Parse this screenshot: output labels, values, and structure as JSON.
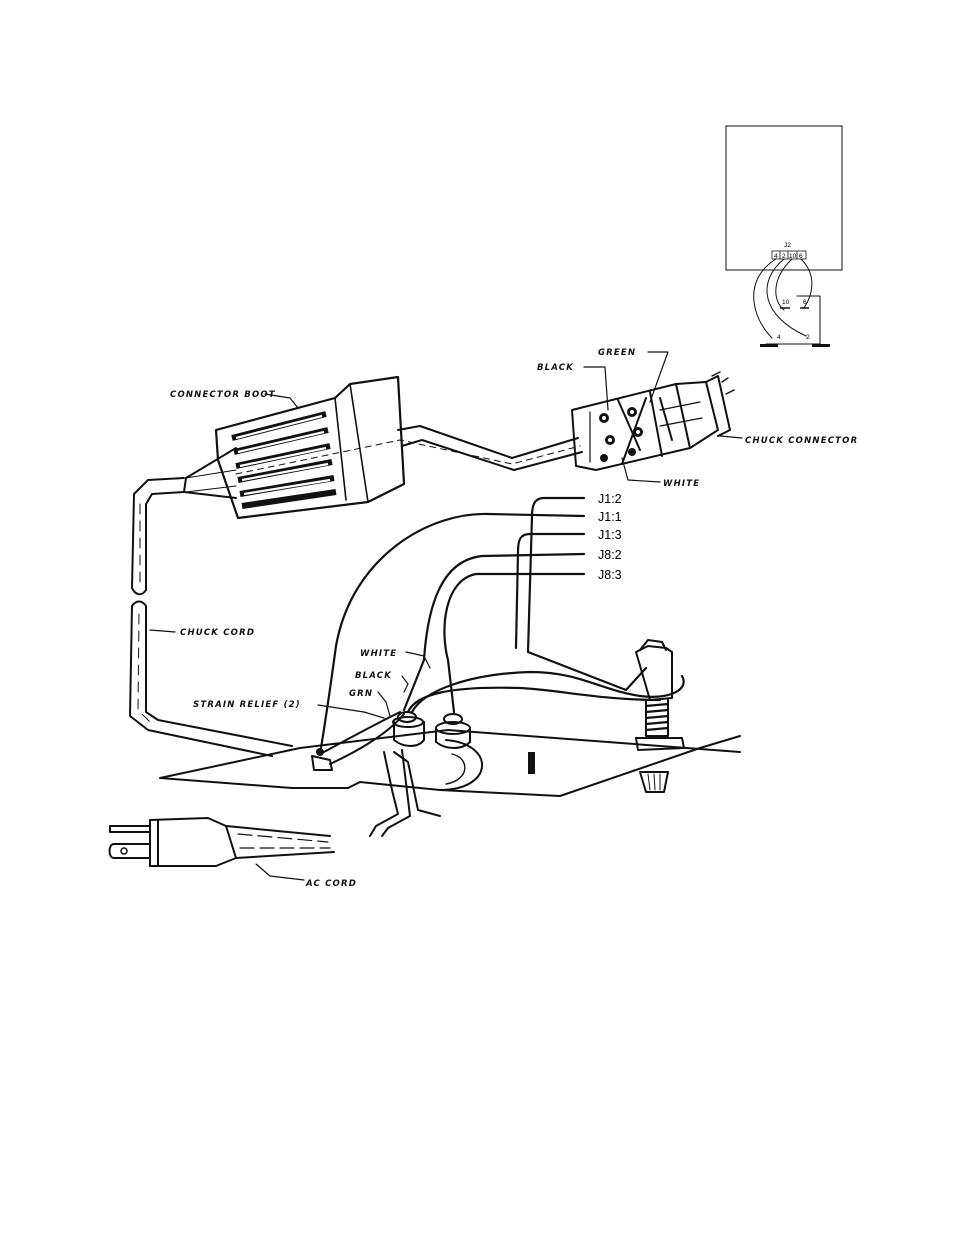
{
  "inset": {
    "connector_label": "J2",
    "top_pins": [
      "4",
      "2",
      "10",
      "6"
    ],
    "bottom_upper_pins": [
      "10",
      "6"
    ],
    "bottom_lower_pins": [
      "4",
      "2"
    ]
  },
  "labels": {
    "connector_boot": "CONNECTOR BOOT",
    "green": "GREEN",
    "black_top": "BLACK",
    "chuck_connector": "CHUCK CONNECTOR",
    "white_top": "WHITE",
    "chuck_cord": "CHUCK CORD",
    "white_lower": "WHITE",
    "black_lower": "BLACK",
    "grn": "GRN",
    "strain_relief": "STRAIN RELIEF (2)",
    "ac_cord": "AC CORD"
  },
  "pins": [
    "J1:2",
    "J1:1",
    "J1:3",
    "J8:2",
    "J8:3"
  ],
  "colors": {
    "ink": "#111111",
    "background": "#ffffff"
  }
}
